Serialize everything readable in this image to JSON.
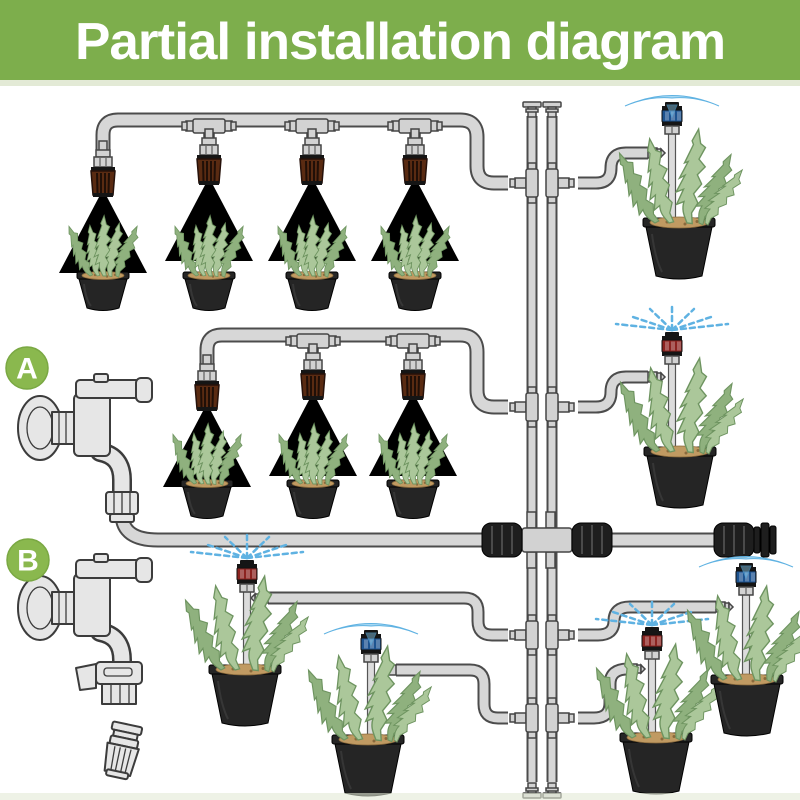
{
  "header": {
    "title": "Partial installation diagram"
  },
  "badges": {
    "option_a": "A",
    "option_b": "B"
  },
  "colors": {
    "header_green": "#7dae4c",
    "header_strip": "#e3ead6",
    "badge_green": "#8ab84e",
    "pipe_fill": "#d7d7d7",
    "pipe_outline": "#4c4c4c",
    "fitting_fill": "#d2d2d2",
    "fitting_outline": "#454545",
    "spray": "#8ecdf0",
    "spray_deep": "#5fb2e2",
    "mister_brown": "#5a2b12",
    "mister_blue": "#1d5390",
    "mister_red": "#8c2320",
    "stake_gray": "#dcdcdc",
    "valve_black": "#1e1e1e",
    "pot_black": "#252525",
    "soil_tan": "#c09a62",
    "plant_light": "#abc79a",
    "plant_mid": "#8fb17e",
    "plant_dark": "#6e9460",
    "faucet_fill": "#e6e6e6",
    "faucet_outline": "#3c3c3c",
    "background": "#fdfdfc"
  },
  "parts": [
    {
      "name": "faucet-option-a",
      "label": "A"
    },
    {
      "name": "faucet-option-b",
      "label": "B"
    },
    {
      "name": "misting-nozzle-brown",
      "count": 7
    },
    {
      "name": "stake-mister-blue",
      "count": 3
    },
    {
      "name": "stake-mister-red",
      "count": 3
    },
    {
      "name": "potted-succulent",
      "count": 13
    },
    {
      "name": "tee-connector",
      "count": 13
    },
    {
      "name": "cross-manifold",
      "count": 1
    },
    {
      "name": "end-plug",
      "count": 5
    }
  ]
}
